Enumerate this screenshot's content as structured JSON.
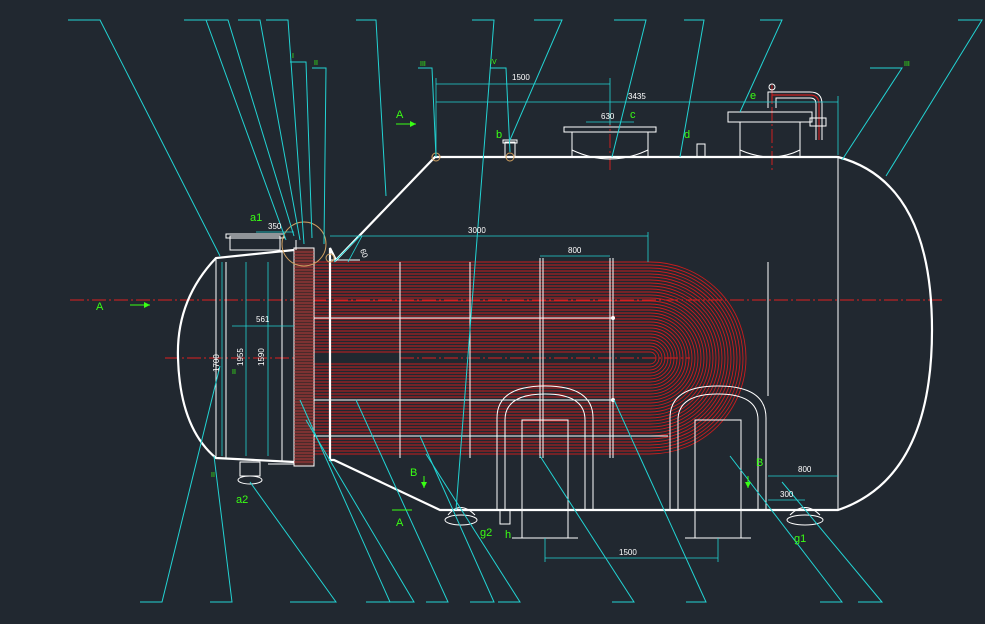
{
  "colors": {
    "background": "#212830",
    "outline": "#ffffff",
    "leader": "#22d3d3",
    "tube": "#c81e1e",
    "label": "#39ff14",
    "centerline": "#e02020"
  },
  "dimensions": {
    "d1500_top": "1500",
    "d3435": "3435",
    "d630": "630",
    "d3000": "3000",
    "d800_mid": "800",
    "d350": "350",
    "d561": "561",
    "d1700": "1700",
    "d1955": "1955",
    "d1590": "1590",
    "d800_right": "800",
    "d300": "300",
    "d1500_bottom": "1500",
    "d60": "60"
  },
  "labels": {
    "a1": "a1",
    "a2": "a2",
    "b": "b",
    "c": "c",
    "d": "d",
    "e": "e",
    "g1": "g1",
    "g2": "g2",
    "h": "h",
    "section_a_left": "A",
    "section_a_top": "A",
    "section_a_bottom": "A",
    "section_b_left": "B",
    "section_b_right": "B",
    "roman_1": "I",
    "roman_2": "II",
    "roman_3": "III",
    "roman_4": "IV",
    "roman_5": "III",
    "roman_6": "II",
    "roman_7": "II"
  }
}
